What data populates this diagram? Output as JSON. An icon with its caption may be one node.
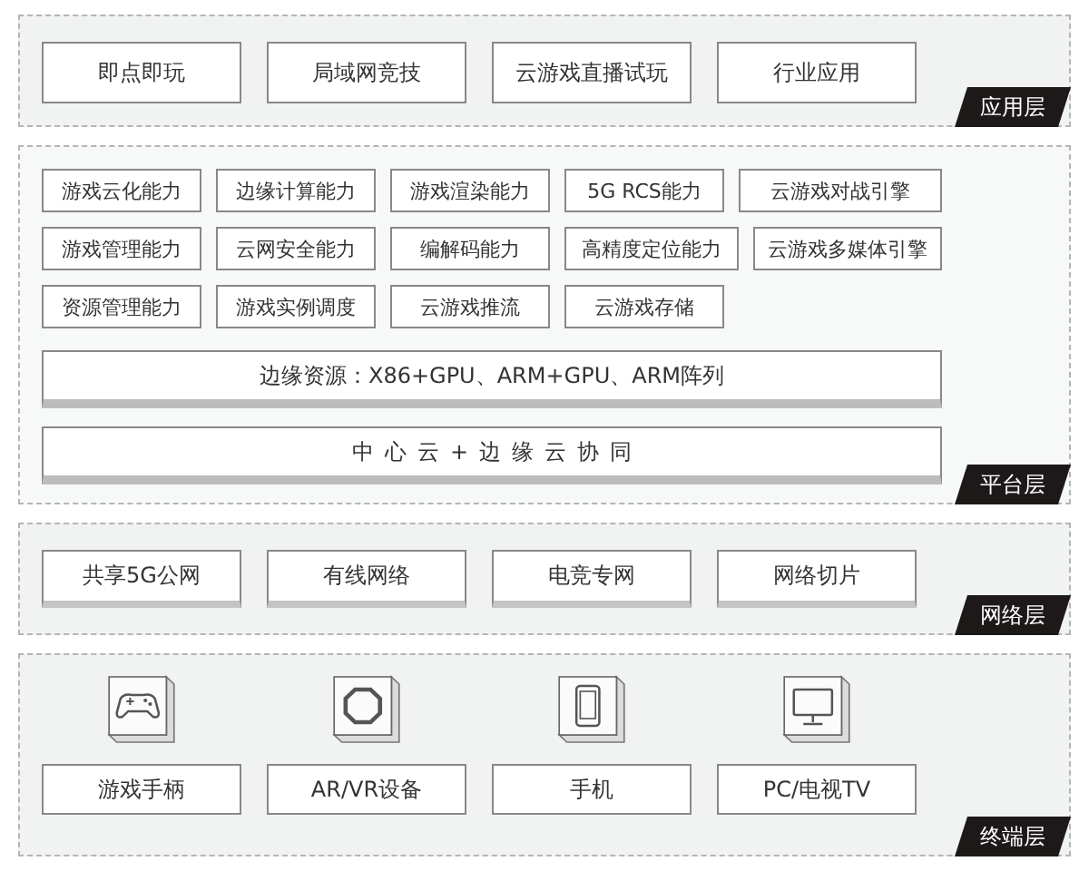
{
  "diagram": {
    "nodes": [
      {
        "text": [
          "应用层"
        ]
      },
      {
        "text": [
          "即点即玩"
        ],
        "in": 0
      },
      {
        "text": [
          "局域网竞技"
        ],
        "in": 0
      },
      {
        "text": [
          "云游戏直播试玩"
        ],
        "in": 0
      },
      {
        "text": [
          "行业应用"
        ],
        "in": 0
      },
      {
        "text": [
          "平台层"
        ]
      },
      {
        "text": [
          "游戏云化能力"
        ],
        "in": 5
      },
      {
        "text": [
          "边缘计算能力"
        ],
        "in": 5
      },
      {
        "text": [
          "游戏渲染能力"
        ],
        "in": 5
      },
      {
        "text": [
          "5G RCS能力"
        ],
        "in": 5
      },
      {
        "text": [
          "云游戏对战引擎"
        ],
        "in": 5
      },
      {
        "text": [
          "游戏管理能力"
        ],
        "in": 5
      },
      {
        "text": [
          "云网安全能力"
        ],
        "in": 5
      },
      {
        "text": [
          "编解码能力"
        ],
        "in": 5
      },
      {
        "text": [
          "高精度定位能力"
        ],
        "in": 5
      },
      {
        "text": [
          "云游戏多媒体引擎"
        ],
        "in": 5
      },
      {
        "text": [
          "资源管理能力"
        ],
        "in": 5
      },
      {
        "text": [
          "游戏实例调度"
        ],
        "in": 5
      },
      {
        "text": [
          "云游戏推流"
        ],
        "in": 5
      },
      {
        "text": [
          "云游戏存储"
        ],
        "in": 5
      },
      {
        "text": [
          "边缘资源：X86+GPU、ARM+GPU、ARM阵列"
        ],
        "in": 5
      },
      {
        "text": [
          "中心云+边缘云协同"
        ],
        "in": 5
      },
      {
        "text": [
          "网络层"
        ]
      },
      {
        "text": [
          "共享5G公网"
        ],
        "in": 22
      },
      {
        "text": [
          "有线网络"
        ],
        "in": 22
      },
      {
        "text": [
          "电竞专网"
        ],
        "in": 22
      },
      {
        "text": [
          "网络切片"
        ],
        "in": 22
      },
      {
        "text": [
          "终端层"
        ]
      },
      {
        "text": [],
        "shape": "picture",
        "in": 27
      },
      {
        "text": [
          "游戏手柄"
        ],
        "in": 27
      },
      {
        "text": [],
        "shape": "picture",
        "in": 27
      },
      {
        "text": [
          "AR/VR设备"
        ],
        "in": 27
      },
      {
        "text": [],
        "shape": "picture",
        "in": 27
      },
      {
        "text": [
          "手机"
        ],
        "in": 27
      },
      {
        "text": [],
        "shape": "picture",
        "in": 27
      },
      {
        "text": [
          "PC/电视TV"
        ],
        "in": 27
      }
    ]
  }
}
